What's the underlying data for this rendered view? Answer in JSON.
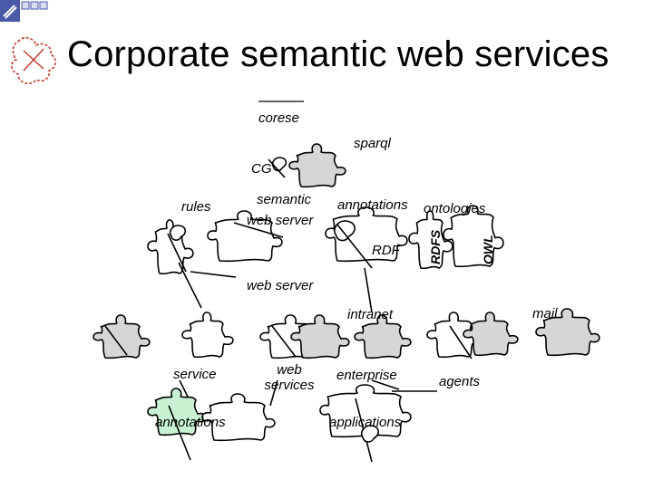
{
  "slide": {
    "title": "Corporate semantic web services",
    "colors": {
      "bar_blue": "#4a5aa8",
      "bar_squares": "#d8dcf2",
      "puzzle_fill": "#d6d6d6",
      "annotations_fill": "#c8f2d2",
      "logo_red": "#c0392b"
    },
    "icons": {
      "logo": "corese-puzzle-logo-icon",
      "bullet": "pen-bullet-icon"
    }
  },
  "diagram": {
    "labels": {
      "corese": "corese",
      "sparql": "sparql",
      "cg": "CG",
      "rules": "rules",
      "semantic": "semantic",
      "annotations": "annotations",
      "ontologies": "ontologies",
      "web_server_top": "web server",
      "rdf": "RDF",
      "rdfs": "RDFS",
      "owl": "OWL",
      "web_server_mid": "web server",
      "intranet": "intranet",
      "mail": "mail",
      "service": "service",
      "web_services": "web\nservices",
      "enterprise": "enterprise",
      "agents": "agents",
      "annotations_bottom": "annotations",
      "applications": "applications"
    }
  }
}
